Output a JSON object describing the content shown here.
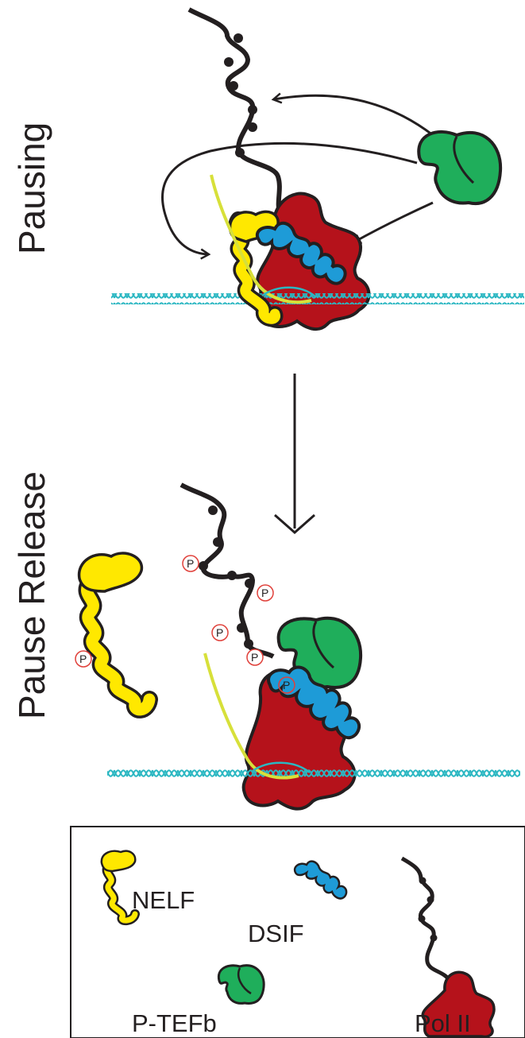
{
  "stages": {
    "pausing": "Pausing",
    "release": "Pause Release"
  },
  "phospho_label": "P",
  "legend": {
    "nelf": "NELF",
    "dsif": "DSIF",
    "ptefb": "P-TEFb",
    "pol2": "Pol II"
  },
  "colors": {
    "nelf": "#ffe800",
    "dsif": "#1e9bd7",
    "ptefb": "#1fae5b",
    "pol2": "#b5121b",
    "dna": "#2bb7c2",
    "rna": "#d7e03a",
    "ctd": "#231f20",
    "phospho_ring": "#e0403a"
  }
}
